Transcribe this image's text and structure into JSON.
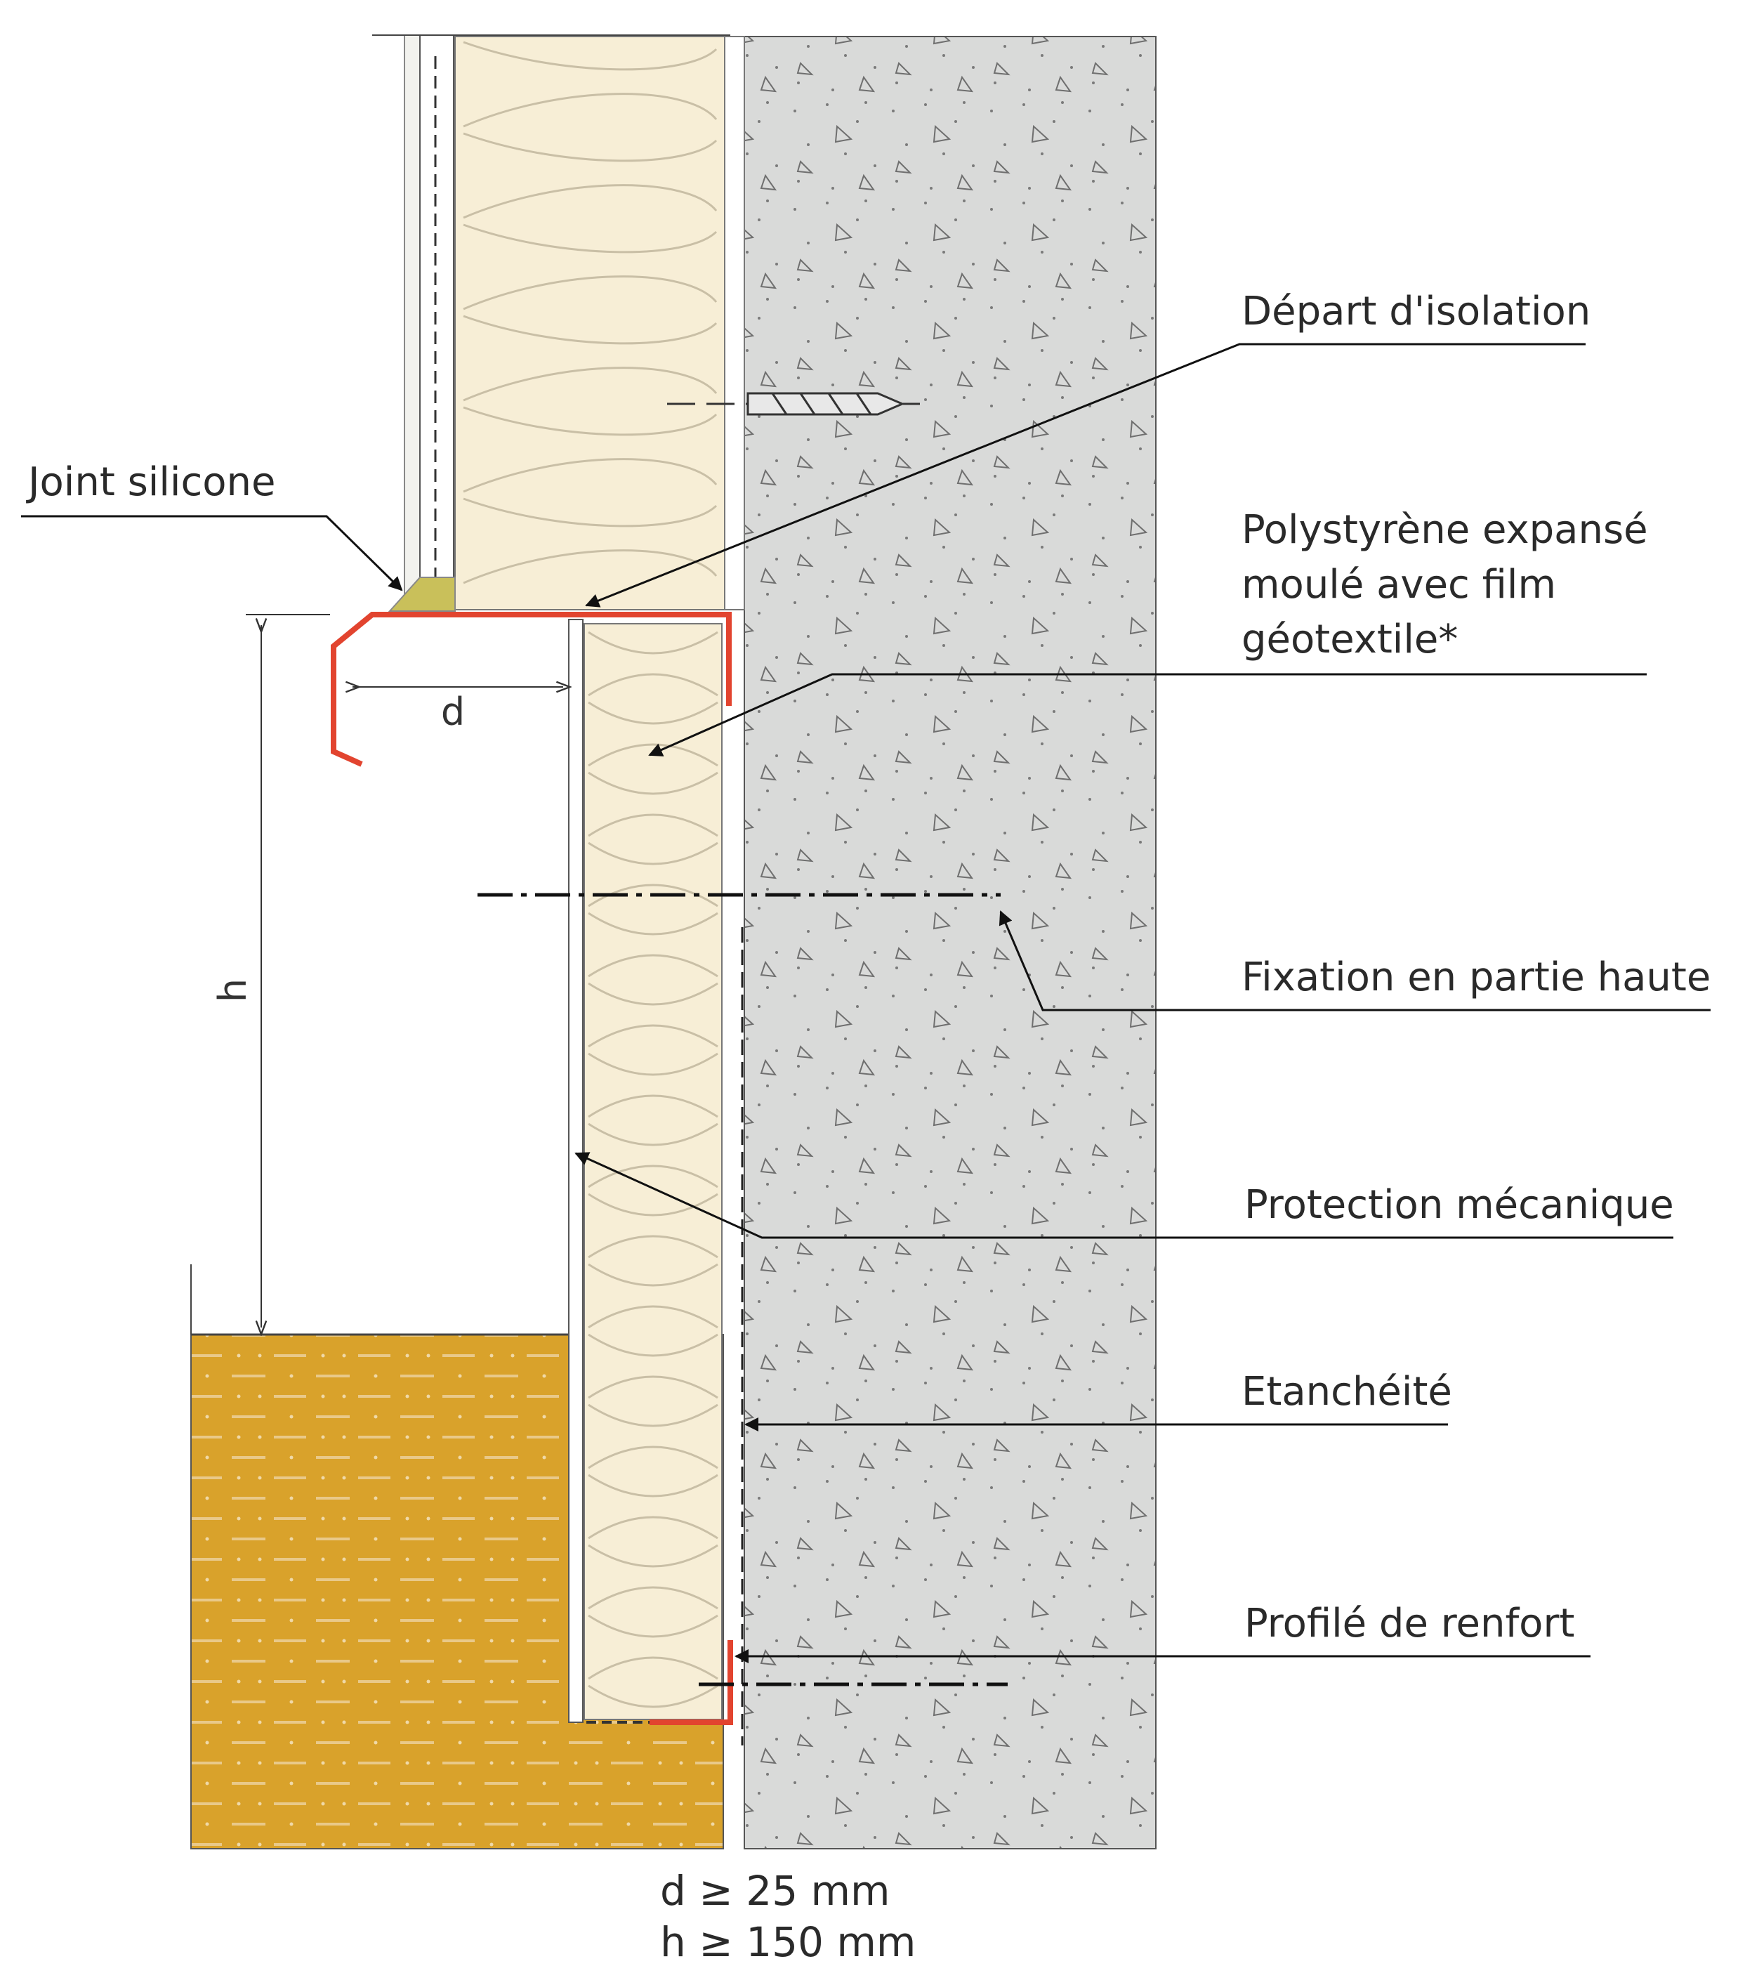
{
  "labels": {
    "joint_silicone": "Joint silicone",
    "depart_isolation": "Départ d'isolation",
    "polystyrene_line1": "Polystyrène expansé",
    "polystyrene_line2": "moulé avec film",
    "polystyrene_line3": "géotextile*",
    "fixation": "Fixation en partie haute",
    "protection": "Protection mécanique",
    "etancheite": "Etanchéité",
    "profile_renfort": "Profilé de renfort"
  },
  "dimensions": {
    "d_label": "d",
    "h_label": "h"
  },
  "notes": {
    "d_rule": "d ≥ 25 mm",
    "h_rule": "h ≥ 150 mm"
  },
  "colors": {
    "concrete": "#d9dad9",
    "insulation": "#f7eed6",
    "insulation_lines": "#c9bfa6",
    "soil": "#d9a22b",
    "flashing": "#e2442f",
    "silicone": "#c9c05a",
    "line": "#222222"
  }
}
